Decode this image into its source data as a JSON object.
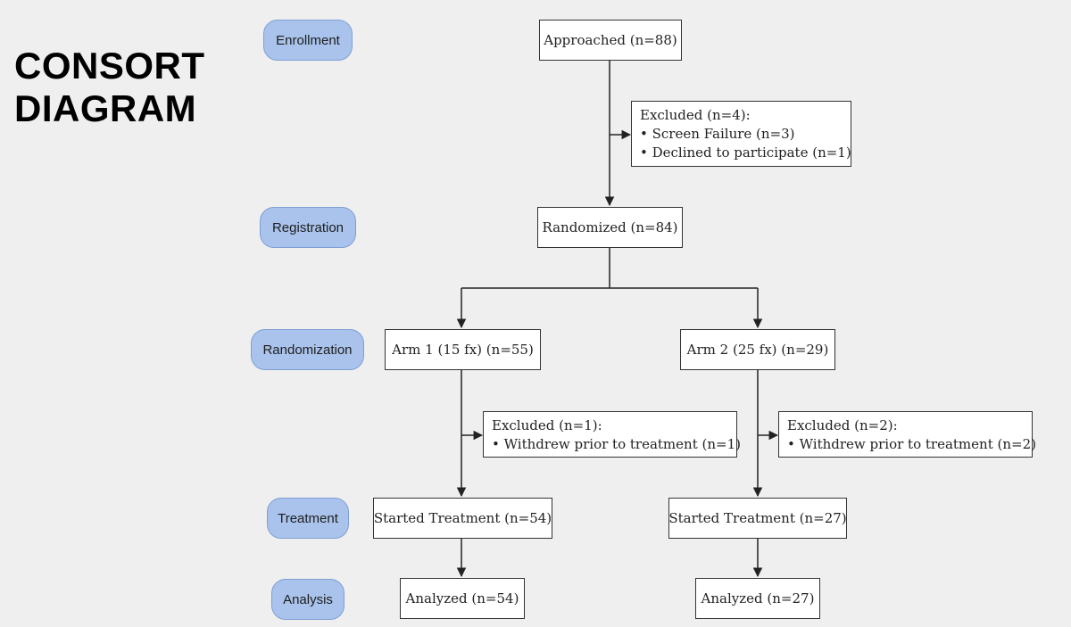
{
  "title": {
    "line1": "CONSORT",
    "line2": "DIAGRAM"
  },
  "stages": {
    "enrollment": "Enrollment",
    "registration": "Registration",
    "randomization": "Randomization",
    "treatment": "Treatment",
    "analysis": "Analysis"
  },
  "boxes": {
    "approached": "Approached (n=88)",
    "randomized": "Randomized (n=84)",
    "arm1": "Arm 1 (15 fx) (n=55)",
    "arm2": "Arm 2 (25 fx) (n=29)",
    "arm1_started": "Started Treatment (n=54)",
    "arm2_started": "Started Treatment (n=27)",
    "arm1_analyzed": "Analyzed (n=54)",
    "arm2_analyzed": "Analyzed (n=27)"
  },
  "exclusions": {
    "enrollment": {
      "heading": "Excluded (n=4):",
      "items": [
        "Screen Failure (n=3)",
        "Declined to participate (n=1)"
      ]
    },
    "arm1": {
      "heading": "Excluded (n=1):",
      "items": [
        "Withdrew prior to treatment (n=1)"
      ]
    },
    "arm2": {
      "heading": "Excluded (n=2):",
      "items": [
        "Withdrew prior to treatment (n=2)"
      ]
    }
  },
  "colors": {
    "stage_fill": "#a9c3ec",
    "stage_border": "#7f9fd3",
    "line": "#333333",
    "background": "#efefef"
  }
}
